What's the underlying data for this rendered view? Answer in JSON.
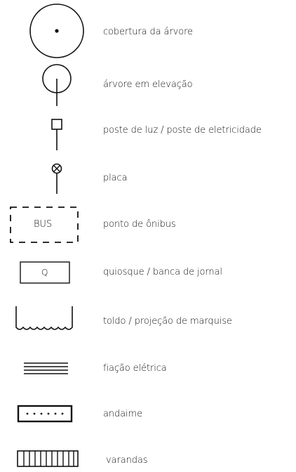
{
  "legend": {
    "items": [
      {
        "id": "tree-canopy",
        "icon": "tree-canopy-icon",
        "label": "cobertura da árvore"
      },
      {
        "id": "tree-elevation",
        "icon": "tree-elevation-icon",
        "label": "árvore em elevação"
      },
      {
        "id": "street-light",
        "icon": "street-light-pole-icon",
        "label": "poste de luz / poste de eletricidade"
      },
      {
        "id": "sign",
        "icon": "sign-icon",
        "label": "placa"
      },
      {
        "id": "bus-stop",
        "icon": "bus-stop-icon",
        "label": "ponto de ônibus",
        "symbol_text": "BUS"
      },
      {
        "id": "kiosk",
        "icon": "kiosk-icon",
        "label": "quiosque / banca de jornal",
        "symbol_text": "Q"
      },
      {
        "id": "awning",
        "icon": "awning-icon",
        "label": "toldo / projeção de marquise"
      },
      {
        "id": "wiring",
        "icon": "electrical-wiring-icon",
        "label": "fiação elétrica"
      },
      {
        "id": "scaffold",
        "icon": "scaffolding-icon",
        "label": "andaime"
      },
      {
        "id": "balconies",
        "icon": "balconies-icon",
        "label": "varandas"
      }
    ]
  },
  "colors": {
    "stroke": "#111111",
    "background": "#ffffff"
  }
}
